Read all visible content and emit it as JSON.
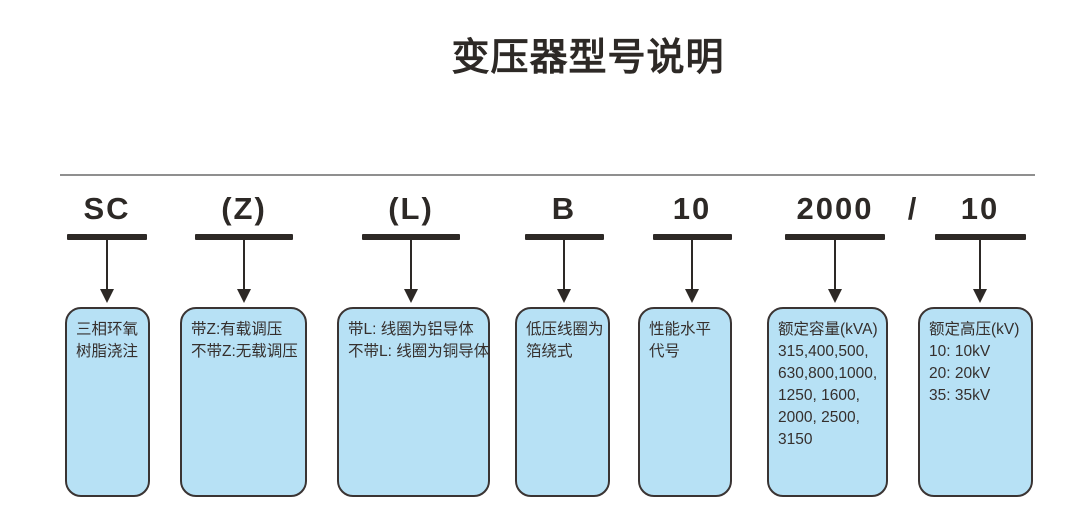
{
  "title": "变压器型号说明",
  "model_code": {
    "separator": "/",
    "segments": [
      {
        "code": "SC",
        "lines": [
          "三相环氧",
          "树脂浇注"
        ]
      },
      {
        "code": "(Z)",
        "lines": [
          "带Z:有载调压",
          "不带Z:无载调压"
        ]
      },
      {
        "code": "(L)",
        "lines": [
          "带L: 线圈为铝导体",
          "不带L: 线圈为铜导体"
        ]
      },
      {
        "code": "B",
        "lines": [
          "低压线圈为",
          "箔绕式"
        ]
      },
      {
        "code": "10",
        "lines": [
          "性能水平",
          "代号"
        ]
      },
      {
        "code": "2000",
        "lines": [
          "额定容量(kVA)",
          "315,400,500,",
          "630,800,1000,",
          "1250, 1600,",
          "2000, 2500,",
          "3150"
        ]
      },
      {
        "code": "10",
        "lines": [
          "额定高压(kV)",
          "10: 10kV",
          "20: 20kV",
          "35: 35kV"
        ]
      }
    ]
  },
  "colors": {
    "box_fill": "#b7e1f5",
    "box_border": "#3a3433",
    "text": "#352f2d",
    "bar": "#2d2926",
    "line": "#8f8f8f"
  }
}
